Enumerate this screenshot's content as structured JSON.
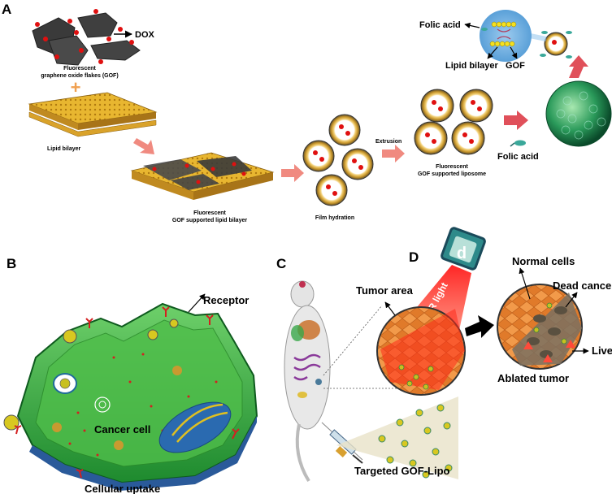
{
  "panels": {
    "a": "A",
    "b": "B",
    "c": "C",
    "d": "D"
  },
  "panel_a": {
    "dox": "DOX",
    "gof_line1": "Fluorescent",
    "gof_line2": "graphene oxide flakes (GOF)",
    "plus": "+",
    "lipid_bilayer": "Lipid bilayer",
    "sbl_line1": "Fluorescent",
    "sbl_line2": "GOF supported lipid bilayer",
    "film_hydration": "Film hydration",
    "extrusion": "Extrusion",
    "lipo_line1": "Fluorescent",
    "lipo_line2": "GOF supported liposome",
    "folic_acid_top": "Folic acid",
    "inset_lipid_bilayer": "Lipid bilayer",
    "inset_gof": "GOF",
    "folic_acid_arrow": "Folic acid"
  },
  "panel_b": {
    "receptor": "Receptor",
    "cancer_cell": "Cancer cell",
    "cellular_uptake": "Cellular uptake"
  },
  "panel_c": {
    "targeted": "Targeted GOF-Lipo"
  },
  "panel_d": {
    "tumor_area": "Tumor area",
    "nir_light": "NIR light",
    "laser_letter": "d",
    "normal_cells": "Normal cells",
    "dead_cancer": "Dead cancer c",
    "live_cancer": "Live cance",
    "ablated_tumor": "Ablated tumor"
  },
  "colors": {
    "arrow_pink": "#f08a80",
    "membrane_gold": "#e8b630",
    "flake_dark": "#3a3a3a",
    "dox_red": "#e01010",
    "cell_green": "#3aa83a",
    "laser_red": "#ff2a1a",
    "laser_teal": "#2e8a8a"
  }
}
